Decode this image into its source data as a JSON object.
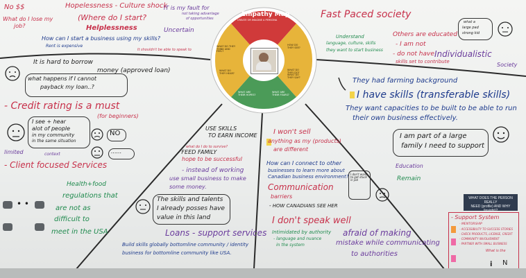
{
  "empathy_map": {
    "title": "Empathy Map",
    "subtitle": "CREATE OR IMAGINE A PERSONA",
    "sections": {
      "think_feel": "WHAT DO THEY THINK AND FEEL?",
      "see": "HOW DO THEY SEE?",
      "hear": "WHAT DO THEY HEAR?",
      "say_do": "WHAT DO THEY DO? WHAT DO THEY SAY?",
      "hopes": "WHAT ARE THEIR HOPES?",
      "fears": "WHAT ARE THEIR FEARS?"
    }
  },
  "notes": {
    "no_money": "No $$",
    "hopelessness": "Hopelessness - Culture shock",
    "not_my_fault": "IT is my fault for",
    "not_my_fault_2": "not taking advantage",
    "not_my_fault_3": "of opportunities",
    "what_do_i_lose": "What do I lose my",
    "job": "job?",
    "where_start": "(Where do I start?",
    "uncertain": "Uncertain",
    "helplessness": "Helplessness",
    "start_business": "How can I start a business using my skills?",
    "rent": "Rent is expensive",
    "speak_to": "It shouldn't be able to speak to",
    "hard_borrow": "It is hard to borrow",
    "money_loan": "money (approved loan)",
    "cannot_payback": "what happens if I cannot",
    "payback_loan": "payback my loan..?",
    "credit_rating": "- Credit rating is a must",
    "for_beginners": "(for beginners)",
    "see_hear_1": "I see + hear",
    "see_hear_2": "alot of people",
    "see_hear_3": "in my community",
    "see_hear_4": "in the same situation",
    "no_bubble": "NO",
    "dots_bubble": "......",
    "limited": "limited",
    "context": "context",
    "client_focused": "- Client focused Services",
    "health_food_1": "Health+food",
    "health_food_2": "regulations that",
    "health_food_3": "are not as",
    "health_food_4": "difficult to",
    "health_food_5": "meet in the USA",
    "fast_paced": "Fast Paced society",
    "understand_1": "Understand",
    "understand_2": "language, culture, skills",
    "understand_3": "they want to start business",
    "others_educated": "Others are educated",
    "i_am_not": "- I am not",
    "do_not_have": "- do not have",
    "skills_set": "skills set to contribute",
    "individualistic": "Individualistic",
    "society": "Society",
    "large_pad": "what a",
    "large_pad_2": "large pad",
    "large_pad_3": "strong kid",
    "farming": "They had farming background",
    "have_skills": "I have skills (transferable skills)",
    "capacities_1": "They want capacities to be built to be able to run",
    "capacities_2": "their own business effectively.",
    "large_family_1": "I am part of a large",
    "large_family_2": "family I need to support",
    "education": "Education",
    "remain": "Remain",
    "use_skills_1": "USE SKILLS",
    "use_skills_2": "TO EARN INCOME",
    "what_do_i_do": "what do I do to survive?",
    "feed_family": "- FEED FAMILY",
    "hope_successful": "hope to be successful",
    "instead_working_1": "- instead of working",
    "instead_working_2": "use small business to make",
    "instead_working_3": "some money.",
    "skills_talents_1": "The skills and talents",
    "skills_talents_2": "I already posses have",
    "skills_talents_3": "value in this land",
    "loans_support": "Loans - support services",
    "build_1": "Build skills globally bottomline community / identity",
    "build_2": "business for bottomline community like USA.",
    "wont_sell_1": "I won't sell",
    "wont_sell_2": "anything as my (products)",
    "wont_sell_3": "are different",
    "connect_1": "How can I connect to other",
    "connect_2": "businesses to learn more about",
    "connect_3": "Canadian business environment?",
    "communication": "Communication",
    "barriers": "barriers",
    "how_canadians": "- HOW CANADIANS SEE HER",
    "dont_speak": "I don't speak well",
    "afraid_1": "afraid of making",
    "afraid_2": "mistake while communicating",
    "afraid_3": "to authorities",
    "intimidated_1": "Intimidated by authority",
    "intimidated_2": "- language and nuance",
    "intimidated_3": "in the system",
    "dont_want": "I don't want to get stuck in job",
    "support_card_1": "WHAT DOES THE PERSON REALLY",
    "support_card_2": "NEED (profile) AND WHY (insight)?",
    "support_system": "- Support System",
    "mentorship": "- MENTORSHIP",
    "mentor_2": "- ACCESSIBILITY TO SUCCESS STORIES",
    "mentor_3": "- CHECK PRODUCTS, LICENSE, CREDIT",
    "mentor_4": "- COMMUNITY INVOLVEMENT",
    "mentor_5": "- PARTNER WITH SMALL BUSINESS",
    "what_is_the": "What is the",
    "logo_i": "i",
    "logo_n": "N"
  },
  "colors": {
    "red": "#c7304a",
    "purple": "#6a3b9c",
    "green": "#1f8a4d",
    "blue": "#1d3a8c",
    "map_red": "#d03a3a",
    "map_yellow": "#e7b43a",
    "map_green": "#4b9b58"
  }
}
